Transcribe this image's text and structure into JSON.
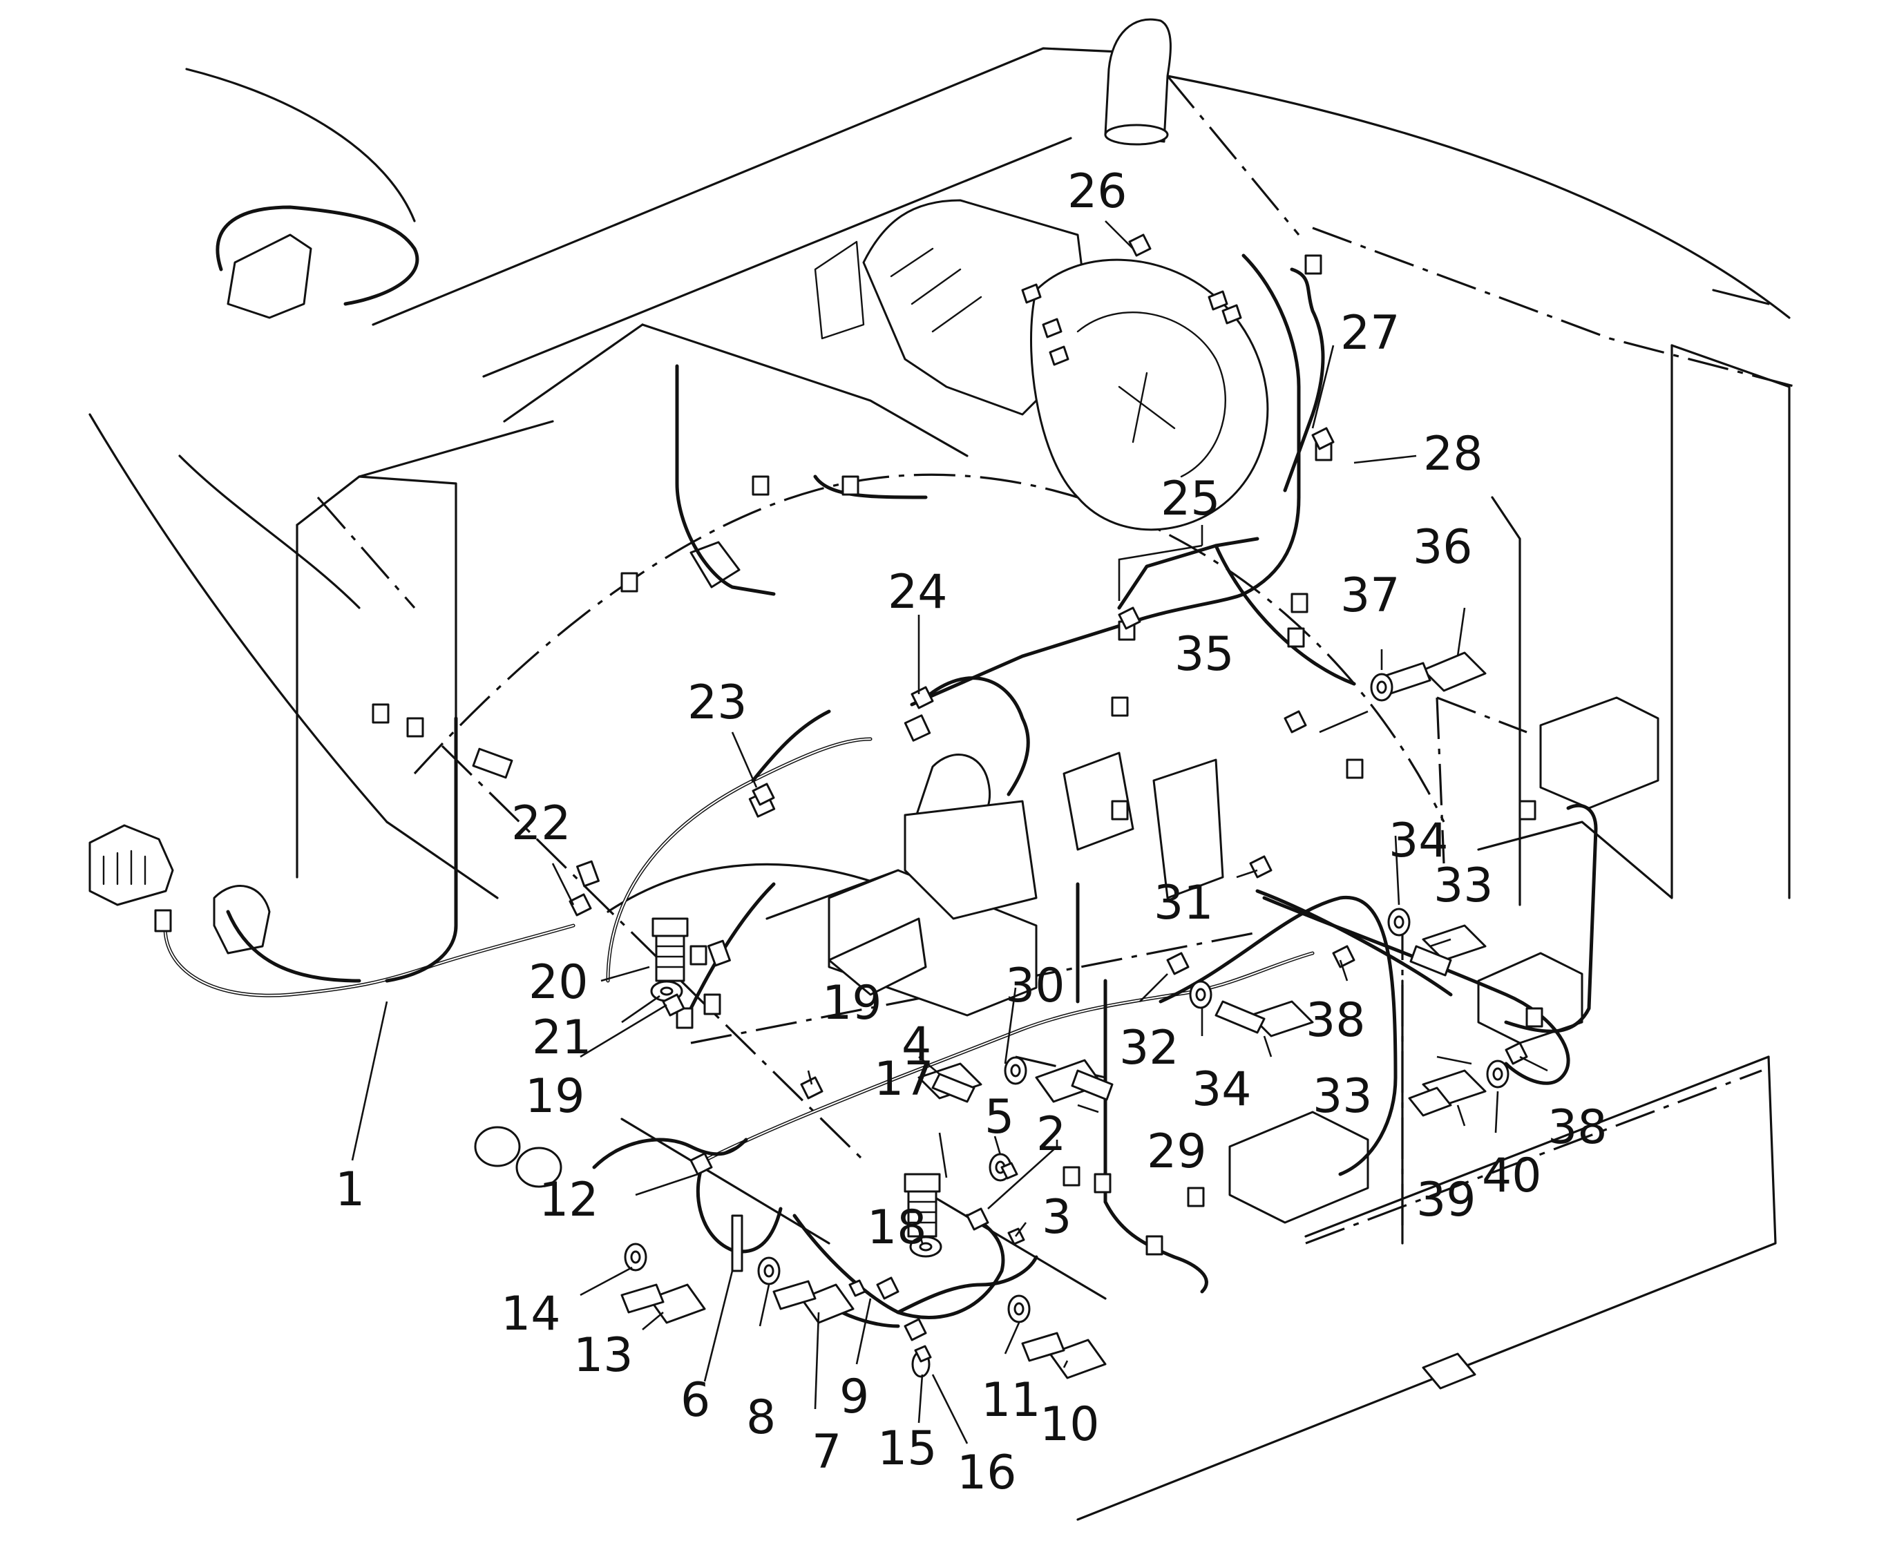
{
  "diagram": {
    "callouts": [
      {
        "id": "c1",
        "text": "1"
      },
      {
        "id": "c2",
        "text": "2"
      },
      {
        "id": "c3",
        "text": "3"
      },
      {
        "id": "c4",
        "text": "4"
      },
      {
        "id": "c5",
        "text": "5"
      },
      {
        "id": "c6",
        "text": "6"
      },
      {
        "id": "c7",
        "text": "7"
      },
      {
        "id": "c8",
        "text": "8"
      },
      {
        "id": "c9",
        "text": "9"
      },
      {
        "id": "c10",
        "text": "10"
      },
      {
        "id": "c11",
        "text": "11"
      },
      {
        "id": "c12",
        "text": "12"
      },
      {
        "id": "c13",
        "text": "13"
      },
      {
        "id": "c14",
        "text": "14"
      },
      {
        "id": "c15",
        "text": "15"
      },
      {
        "id": "c16",
        "text": "16"
      },
      {
        "id": "c17",
        "text": "17"
      },
      {
        "id": "c18",
        "text": "18"
      },
      {
        "id": "c19a",
        "text": "19"
      },
      {
        "id": "c19b",
        "text": "19"
      },
      {
        "id": "c20",
        "text": "20"
      },
      {
        "id": "c21",
        "text": "21"
      },
      {
        "id": "c22",
        "text": "22"
      },
      {
        "id": "c23",
        "text": "23"
      },
      {
        "id": "c24",
        "text": "24"
      },
      {
        "id": "c25",
        "text": "25"
      },
      {
        "id": "c26",
        "text": "26"
      },
      {
        "id": "c27",
        "text": "27"
      },
      {
        "id": "c28",
        "text": "28"
      },
      {
        "id": "c29",
        "text": "29"
      },
      {
        "id": "c30",
        "text": "30"
      },
      {
        "id": "c31",
        "text": "31"
      },
      {
        "id": "c32",
        "text": "32"
      },
      {
        "id": "c33a",
        "text": "33"
      },
      {
        "id": "c33b",
        "text": "33"
      },
      {
        "id": "c34a",
        "text": "34"
      },
      {
        "id": "c34b",
        "text": "34"
      },
      {
        "id": "c35",
        "text": "35"
      },
      {
        "id": "c36",
        "text": "36"
      },
      {
        "id": "c37",
        "text": "37"
      },
      {
        "id": "c38a",
        "text": "38"
      },
      {
        "id": "c38b",
        "text": "38"
      },
      {
        "id": "c39",
        "text": "39"
      },
      {
        "id": "c40",
        "text": "40"
      }
    ]
  }
}
